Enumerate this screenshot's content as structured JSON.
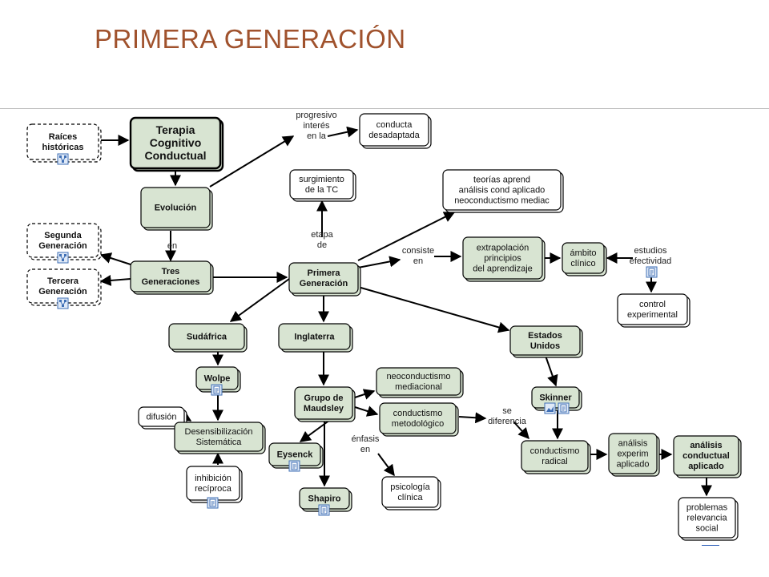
{
  "title": "PRIMERA GENERACIÓN",
  "nodes": [
    {
      "id": "raices",
      "lines": [
        "Raíces",
        "históricas"
      ],
      "style": "dashed",
      "bold": true
    },
    {
      "id": "terapia",
      "lines": [
        "Terapia",
        "Cognitivo",
        "Conductual"
      ],
      "style": "solid",
      "bold": true,
      "big": true
    },
    {
      "id": "conducta_desadaptada",
      "lines": [
        "conducta",
        "desadaptada"
      ],
      "style": "white"
    },
    {
      "id": "evolucion",
      "lines": [
        "Evolución"
      ],
      "style": "solid",
      "bold": true
    },
    {
      "id": "surgimiento",
      "lines": [
        "surgimiento",
        "de la TC"
      ],
      "style": "white"
    },
    {
      "id": "teorias",
      "lines": [
        "teorías aprend",
        "análisis cond aplicado",
        "neoconductismo mediac"
      ],
      "style": "white"
    },
    {
      "id": "segunda",
      "lines": [
        "Segunda",
        "Generación"
      ],
      "style": "dashed",
      "bold": true
    },
    {
      "id": "tercera",
      "lines": [
        "Tercera",
        "Generación"
      ],
      "style": "dashed",
      "bold": true
    },
    {
      "id": "tres",
      "lines": [
        "Tres",
        "Generaciones"
      ],
      "style": "solid",
      "bold": true
    },
    {
      "id": "primera",
      "lines": [
        "Primera",
        "Generación"
      ],
      "style": "solid",
      "bold": true
    },
    {
      "id": "extrapolacion",
      "lines": [
        "extrapolación",
        "principios",
        "del aprendizaje"
      ],
      "style": "solid"
    },
    {
      "id": "ambito",
      "lines": [
        "ámbito",
        "clínico"
      ],
      "style": "solid"
    },
    {
      "id": "control",
      "lines": [
        "control",
        "experimental"
      ],
      "style": "white"
    },
    {
      "id": "sudafrica",
      "lines": [
        "Sudáfrica"
      ],
      "style": "solid",
      "bold": true
    },
    {
      "id": "inglaterra",
      "lines": [
        "Inglaterra"
      ],
      "style": "solid",
      "bold": true
    },
    {
      "id": "eeuu",
      "lines": [
        "Estados",
        "Unidos"
      ],
      "style": "solid",
      "bold": true
    },
    {
      "id": "wolpe",
      "lines": [
        "Wolpe"
      ],
      "style": "solid",
      "bold": true
    },
    {
      "id": "neoconductismo",
      "lines": [
        "neoconductismo",
        "mediacional"
      ],
      "style": "solid"
    },
    {
      "id": "grupo",
      "lines": [
        "Grupo de",
        "Maudsley"
      ],
      "style": "solid",
      "bold": true
    },
    {
      "id": "skinner",
      "lines": [
        "Skinner"
      ],
      "style": "solid",
      "bold": true
    },
    {
      "id": "difusion",
      "lines": [
        "difusión"
      ],
      "style": "white"
    },
    {
      "id": "desensibilizacion",
      "lines": [
        "Desensibilización",
        "Sistemática"
      ],
      "style": "solid"
    },
    {
      "id": "metodologico",
      "lines": [
        "conductismo",
        "metodológico"
      ],
      "style": "solid"
    },
    {
      "id": "eysenck",
      "lines": [
        "Eysenck"
      ],
      "style": "solid",
      "bold": true
    },
    {
      "id": "radical",
      "lines": [
        "conductismo",
        "radical"
      ],
      "style": "solid"
    },
    {
      "id": "analisis_exp",
      "lines": [
        "análisis",
        "experim",
        "aplicado"
      ],
      "style": "solid"
    },
    {
      "id": "analisis_cond",
      "lines": [
        "análisis",
        "conductual",
        "aplicado"
      ],
      "style": "solid",
      "bold": true,
      "thick": true
    },
    {
      "id": "inhibicion",
      "lines": [
        "inhibición",
        "recíproca"
      ],
      "style": "white"
    },
    {
      "id": "psicologia",
      "lines": [
        "psicología",
        "clínica"
      ],
      "style": "white"
    },
    {
      "id": "shapiro",
      "lines": [
        "Shapiro"
      ],
      "style": "solid",
      "bold": true
    },
    {
      "id": "problemas",
      "lines": [
        "problemas",
        "relevancia",
        "social"
      ],
      "style": "white"
    }
  ],
  "link_labels": [
    {
      "id": "progresivo",
      "lines": [
        "progresivo",
        "interés",
        "en la"
      ]
    },
    {
      "id": "en",
      "lines": [
        "en"
      ]
    },
    {
      "id": "etapa",
      "lines": [
        "etapa",
        "de"
      ]
    },
    {
      "id": "consiste",
      "lines": [
        "consiste",
        "en"
      ]
    },
    {
      "id": "estudios",
      "lines": [
        "estudios",
        "efectividad"
      ]
    },
    {
      "id": "diferencia",
      "lines": [
        "se",
        "diferencia"
      ]
    },
    {
      "id": "enfasis",
      "lines": [
        "énfasis",
        "en"
      ]
    }
  ],
  "icons": [
    {
      "id": "ico_raices",
      "kind": "map-icon"
    },
    {
      "id": "ico_segunda",
      "kind": "map-icon"
    },
    {
      "id": "ico_tercera",
      "kind": "map-icon"
    },
    {
      "id": "ico_estudios",
      "kind": "document-icon"
    },
    {
      "id": "ico_wolpe",
      "kind": "document-icon"
    },
    {
      "id": "ico_skinner_img",
      "kind": "image-icon"
    },
    {
      "id": "ico_skinner_doc",
      "kind": "document-icon"
    },
    {
      "id": "ico_eysenck",
      "kind": "document-icon"
    },
    {
      "id": "ico_inhibicion",
      "kind": "document-icon"
    },
    {
      "id": "ico_shapiro",
      "kind": "document-icon"
    }
  ],
  "colors": {
    "title": "#a0522d",
    "node_fill": "#d8e4d2",
    "icon": "#3f6fb5"
  }
}
